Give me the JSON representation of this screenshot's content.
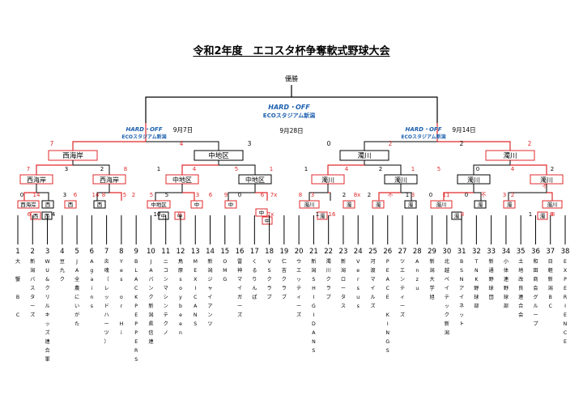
{
  "title": "令和2年度　エコスタ杯争奪軟式野球大会",
  "final": {
    "label": "優勝",
    "sponsor_line1": "HARD・OFF",
    "sponsor_line2": "ECOスタジアム新潟",
    "date": "9月28日",
    "left_score": "0",
    "right_score": "2"
  },
  "semifinals": [
    {
      "date": "9月7日",
      "sponsor_line1": "HARD・OFF",
      "sponsor_line2": "ECOスタジアム新潟",
      "left_score": "7",
      "right_score": "4",
      "left_winner": "西海岸",
      "right_winner": "中地区",
      "right_score2": "3"
    },
    {
      "date": "9月14日",
      "sponsor_line1": "HARD・OFF",
      "sponsor_line2": "ECOスタジアム新潟",
      "left_score": "2",
      "right_score": "2",
      "left_winner": "濁川",
      "right_winner": "濁川"
    }
  ],
  "quarter": [
    {
      "label": "西海岸",
      "ls": "7",
      "rs": "3"
    },
    {
      "label": "西海岸",
      "ls": "2",
      "rs": "8"
    },
    {
      "label": "中地区",
      "ls": "1",
      "rs": "4"
    },
    {
      "label": "中地区",
      "ls": "5",
      "rs": "1"
    },
    {
      "label": "濁川",
      "ls": "1",
      "rs": "4"
    },
    {
      "label": "濁川",
      "ls": "2",
      "rs": "1"
    },
    {
      "label": "濁川",
      "ls": "5",
      "rs": "0"
    },
    {
      "label": "濁川",
      "ls": "4",
      "rs": "2"
    }
  ],
  "round2_labels": [
    "西海岸",
    "西",
    "西",
    "西",
    "中地区",
    "中",
    "中",
    "中",
    "濁川",
    "濁",
    "濁",
    "濁",
    "濁川",
    "濁",
    "濁",
    "濁川"
  ],
  "round2_scores": [
    "0",
    "14",
    "3",
    "6",
    "14",
    "8",
    "5",
    "2",
    "5",
    "5",
    "3",
    "6",
    "9",
    "0",
    "6",
    "7x",
    "8",
    "3",
    "2",
    "8x",
    "2",
    "不",
    "1",
    "3",
    "0",
    "11",
    "0",
    "不",
    "3",
    "2",
    "不",
    "8"
  ],
  "round1_labels": [
    "西",
    "西",
    "中",
    "中",
    "中",
    "濁",
    "濁",
    "濁"
  ],
  "round1_scores": [
    "6",
    "4",
    "10",
    "0",
    "7x",
    "16",
    "1",
    "8",
    "1",
    "8"
  ],
  "teams": [
    {
      "num": "1",
      "name": "大　蟹　B　C"
    },
    {
      "num": "2",
      "name": "新潟バスターズ"
    },
    {
      "num": "3",
      "name": "WU&クリルキッズ連合軍"
    },
    {
      "num": "4",
      "name": "豆九ク"
    },
    {
      "num": "5",
      "name": "JA全農にいがた"
    },
    {
      "num": "6",
      "name": "Agains"
    },
    {
      "num": "7",
      "name": "炎魂（レッドハーツ）"
    },
    {
      "num": "8",
      "name": "Yes or Hi"
    },
    {
      "num": "9",
      "name": "BLACKPEPPERS"
    },
    {
      "num": "10",
      "name": "JAバンク新潟県信連"
    },
    {
      "num": "11",
      "name": "ニコンマシンテクノ"
    },
    {
      "num": "12",
      "name": "鳥原soybeen"
    },
    {
      "num": "13",
      "name": "MEXICANS"
    },
    {
      "num": "14",
      "name": "新潟ジャイアンツ"
    },
    {
      "num": "15",
      "name": "OMG"
    },
    {
      "num": "16",
      "name": "雷神マイガーズ"
    },
    {
      "num": "17",
      "name": "くるりんぱ"
    },
    {
      "num": "18",
      "name": "VSクラブ"
    },
    {
      "num": "19",
      "name": "仁吉クラブ"
    },
    {
      "num": "20",
      "name": "ウエッティーズ"
    },
    {
      "num": "21",
      "name": "新潟SHIGIDANS"
    },
    {
      "num": "22",
      "name": "濁川クラブ"
    },
    {
      "num": "23",
      "name": "新潟ロータス"
    },
    {
      "num": "24",
      "name": "Versus"
    },
    {
      "num": "25",
      "name": "河渡マイルズ"
    },
    {
      "num": "26",
      "name": "PEACE KINGS"
    },
    {
      "num": "27",
      "name": "ツエンティーズ"
    },
    {
      "num": "28",
      "name": "Anzu"
    },
    {
      "num": "29",
      "name": "新潟大学旭"
    },
    {
      "num": "30",
      "name": "北越ペイテック新潟"
    },
    {
      "num": "31",
      "name": "BSNアイネット"
    },
    {
      "num": "32",
      "name": "TNK野球部"
    },
    {
      "num": "33",
      "name": "新通野球団"
    },
    {
      "num": "34",
      "name": "小体連野球部"
    },
    {
      "num": "35",
      "name": "土地改良連合会"
    },
    {
      "num": "36",
      "name": "和田商会グループ"
    },
    {
      "num": "37",
      "name": "日軽新潟BC"
    },
    {
      "num": "38",
      "name": "EXPERIENCE"
    }
  ],
  "colors": {
    "win": "#e0292b",
    "line": "#000000",
    "sponsor_blue": "#1b5fae"
  }
}
